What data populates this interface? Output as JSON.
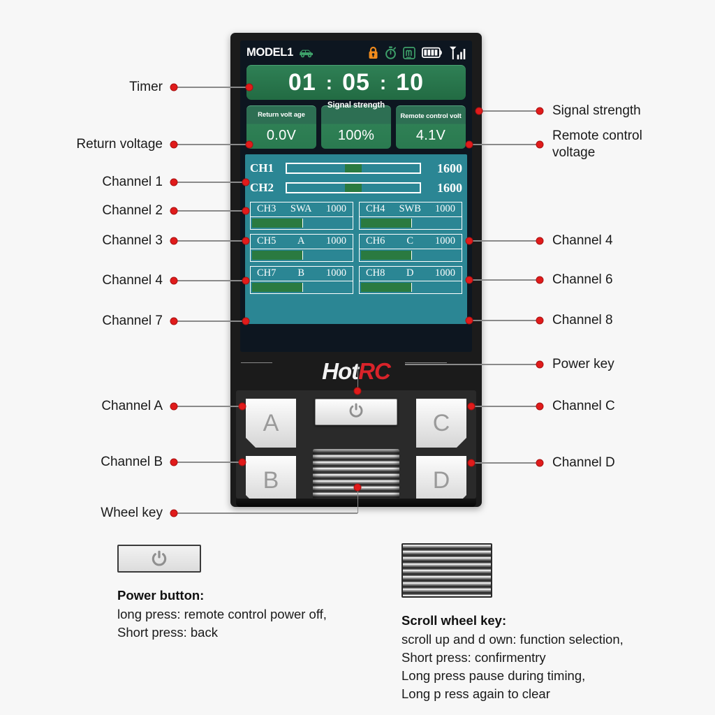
{
  "device": {
    "status_bar": {
      "model_label": "MODEL1",
      "icons": [
        "car-icon",
        "lock-icon",
        "stopwatch-icon",
        "model-memory-icon",
        "battery-icon",
        "signal-bars-icon"
      ],
      "lock_color": "#f08b1d",
      "accent_green": "#3ea06a"
    },
    "timer": {
      "hours": "01",
      "minutes": "05",
      "seconds": "10",
      "sep": ":"
    },
    "info_cards": [
      {
        "title": "Return volt age",
        "value": "0.0V",
        "name": "return-voltage"
      },
      {
        "title": "Signal strength",
        "value": "100%",
        "name": "signal-strength"
      },
      {
        "title": "Remote control volt",
        "value": "4.1V",
        "name": "remote-control-voltage"
      }
    ],
    "sliders": [
      {
        "label": "CH1",
        "value": "1600",
        "knob_pct": 50
      },
      {
        "label": "CH2",
        "value": "1600",
        "knob_pct": 50
      }
    ],
    "channel_boxes": [
      {
        "name": "CH3",
        "mode": "SWA",
        "value": "1000",
        "fill_pct": 50
      },
      {
        "name": "CH4",
        "mode": "SWB",
        "value": "1000",
        "fill_pct": 50
      },
      {
        "name": "CH5",
        "mode": "A",
        "value": "1000",
        "fill_pct": 50
      },
      {
        "name": "CH6",
        "mode": "C",
        "value": "1000",
        "fill_pct": 50
      },
      {
        "name": "CH7",
        "mode": "B",
        "value": "1000",
        "fill_pct": 50
      },
      {
        "name": "CH8",
        "mode": "D",
        "value": "1000",
        "fill_pct": 50
      }
    ],
    "brand": {
      "part1": "Hot",
      "part2": "RC",
      "part2_color": "#d9232a"
    },
    "keys": [
      {
        "label": "A",
        "name": "key-a"
      },
      {
        "label": "B",
        "name": "key-b"
      },
      {
        "label": "C",
        "name": "key-c"
      },
      {
        "label": "D",
        "name": "key-d"
      }
    ]
  },
  "annotations": {
    "left": [
      "Timer",
      "Return voltage",
      "Channel 1",
      "Channel 2",
      "Channel 3",
      "Channel 4",
      "Channel 7",
      "Channel A",
      "Channel B",
      "Wheel key"
    ],
    "right": [
      "Signal strength",
      "Remote control voltage",
      "Channel 4",
      "Channel 6",
      "Channel 8",
      "Power key",
      "Channel C",
      "Channel D"
    ]
  },
  "legend": {
    "power": {
      "title": "Power button:",
      "lines": [
        "long press: remote control power off,",
        "Short press: back"
      ]
    },
    "wheel": {
      "title": "Scroll wheel key:",
      "lines": [
        "scroll up and d own: function selection,",
        "Short press: confirmentry",
        "Long press pause during timing,",
        "Long p ress again to clear"
      ]
    }
  }
}
